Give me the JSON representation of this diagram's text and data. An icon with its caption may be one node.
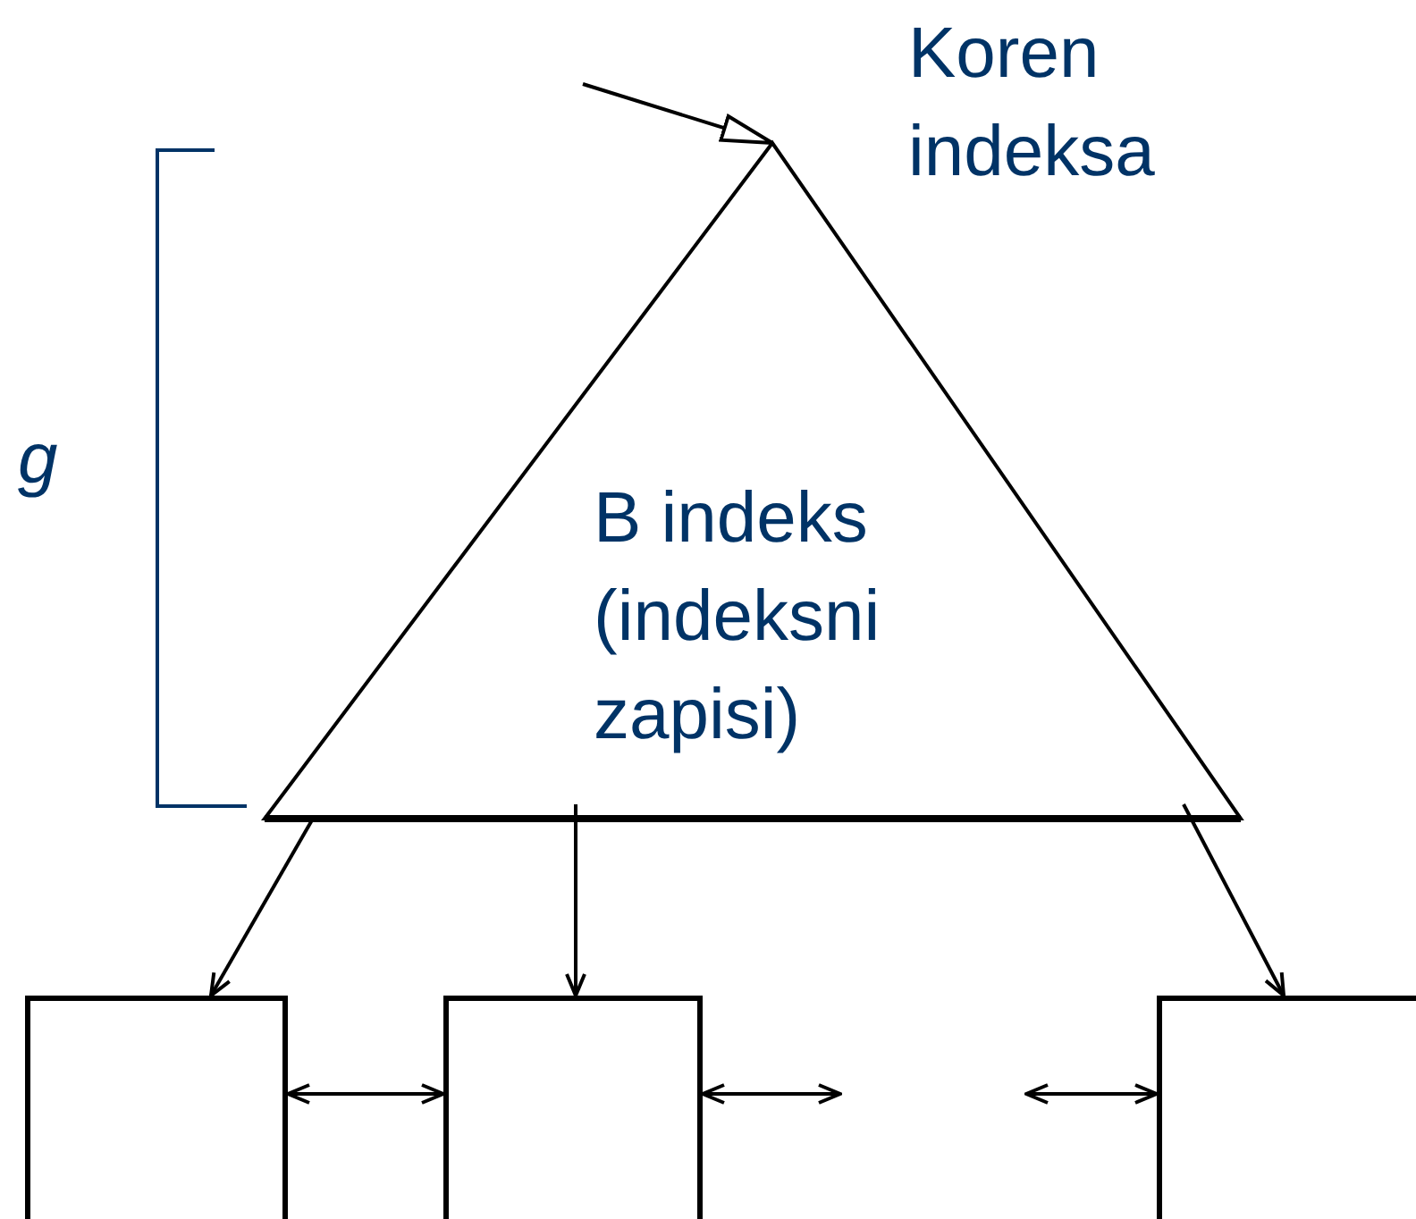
{
  "diagram": {
    "nodes": [
      {
        "text": [
          "B indeks (indeksni zapisi)"
        ],
        "beside": [
          "Koren indeksa"
        ]
      },
      {
        "text": [],
        "shape": "box"
      },
      {
        "text": [],
        "shape": "box"
      },
      {
        "text": [],
        "shape": "box"
      }
    ],
    "edges": [
      {
        "from": null,
        "to": 0,
        "arrow": "to"
      },
      {
        "from": 0,
        "to": 1,
        "arrow": "to"
      },
      {
        "from": 0,
        "to": 2,
        "arrow": "to"
      },
      {
        "from": 0,
        "to": 3,
        "arrow": "to"
      },
      {
        "from": 1,
        "to": 2,
        "arrow": "both"
      },
      {
        "from": 2,
        "to": null,
        "arrow": "both"
      },
      {
        "from": null,
        "to": 3,
        "arrow": "both"
      }
    ],
    "labels": [
      "g"
    ]
  }
}
